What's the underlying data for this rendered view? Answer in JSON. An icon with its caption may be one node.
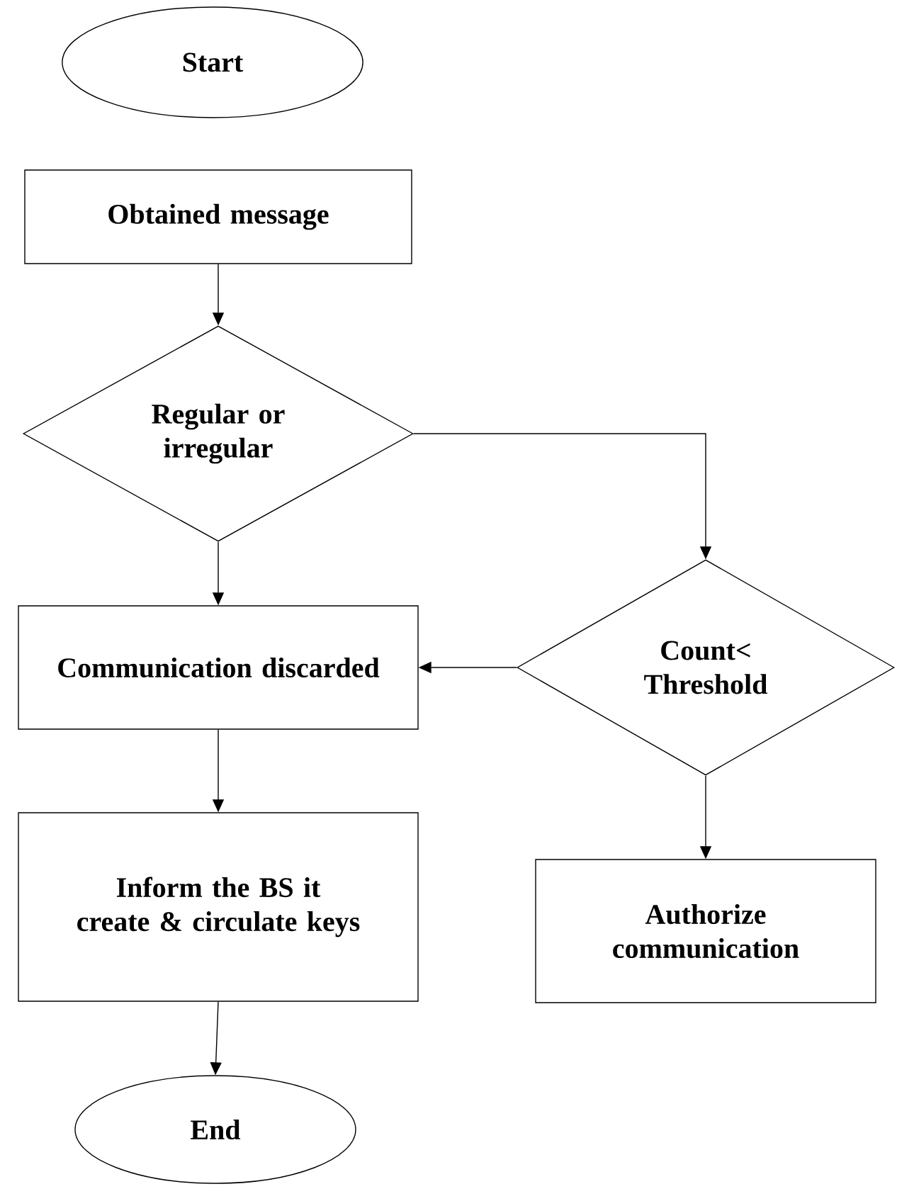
{
  "diagram": {
    "nodes": [
      {
        "text": [
          "Start"
        ]
      },
      {
        "text": [
          "Obtained message"
        ]
      },
      {
        "text": [
          "Regular or irregular"
        ]
      },
      {
        "text": [
          "Communication discarded"
        ]
      },
      {
        "text": [
          "Count< Threshold"
        ]
      },
      {
        "text": [
          "Inform the BS it create & circulate keys"
        ]
      },
      {
        "text": [
          "Authorize communication"
        ]
      },
      {
        "text": [
          "End"
        ]
      }
    ],
    "edges": [
      {
        "from": 1,
        "to": 2,
        "arrow": "to"
      },
      {
        "from": 2,
        "to": 3,
        "arrow": "to"
      },
      {
        "from": 2,
        "to": 4,
        "arrow": "to"
      },
      {
        "from": 4,
        "to": 3,
        "arrow": "to"
      },
      {
        "from": 3,
        "to": 5,
        "arrow": "to"
      },
      {
        "from": 4,
        "to": 6,
        "arrow": "to"
      },
      {
        "from": 5,
        "to": 7,
        "arrow": "to"
      }
    ]
  }
}
